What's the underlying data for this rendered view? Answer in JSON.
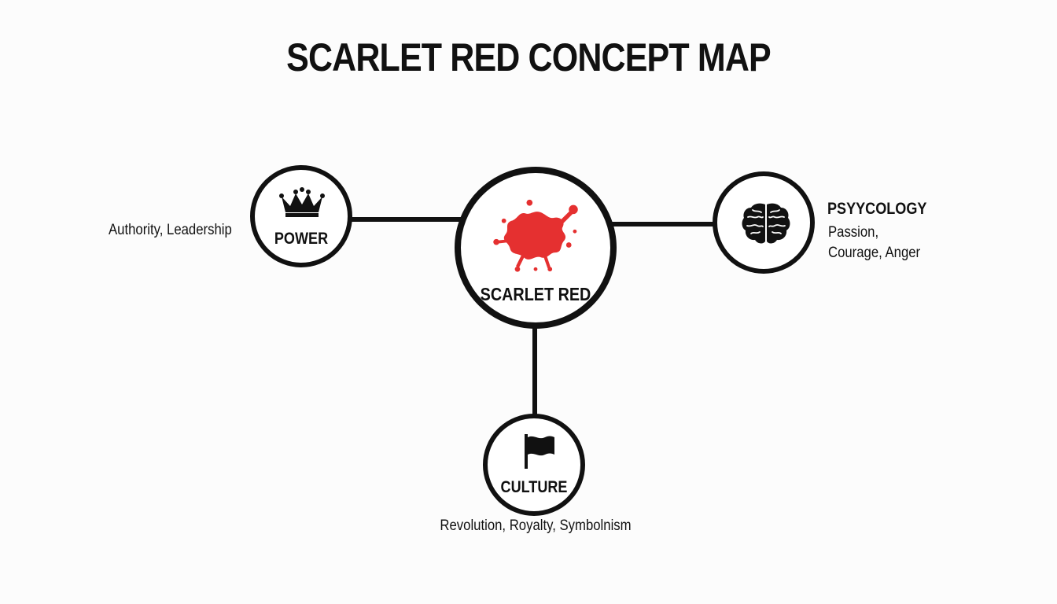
{
  "title": "SCARLET RED CONCEPT MAP",
  "center": {
    "label": "SCARLET RED",
    "icon": "red-paint-splash-icon",
    "icon_color": "#e53030"
  },
  "nodes": {
    "power": {
      "label": "POWER",
      "icon": "crown-icon",
      "description": "Authority, Leadership"
    },
    "psychology": {
      "label": "PSYYCOLOGY",
      "icon": "brain-icon",
      "description_lines": [
        "Passion,",
        "Courage, Anger"
      ]
    },
    "culture": {
      "label": "CULTURE",
      "icon": "flag-icon",
      "description": "Revolution, Royalty, Symbolnism"
    }
  },
  "colors": {
    "ink": "#111111",
    "accent": "#e53030",
    "background": "#fcfcfc"
  }
}
